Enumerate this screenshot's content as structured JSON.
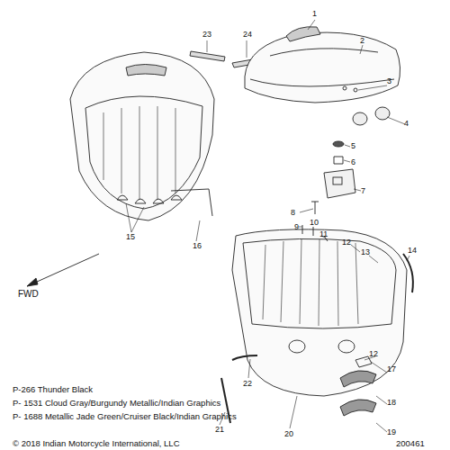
{
  "diagram": {
    "labels": [
      "23",
      "24",
      "1",
      "2",
      "3",
      "4",
      "5",
      "6",
      "7",
      "8",
      "9",
      "10",
      "11",
      "12",
      "13",
      "14",
      "15",
      "16",
      "FWD",
      "12",
      "17",
      "18",
      "19",
      "20",
      "21",
      "22",
      "P-266 Thunder Black",
      "P- 1531 Cloud Gray/Burgundy Metallic/Indian Graphics",
      "P- 1688 Metallic Jade Green/Cruiser Black/Indian Graphics",
      "© 2018 Indian Motorcycle International, LLC",
      "200461"
    ]
  }
}
